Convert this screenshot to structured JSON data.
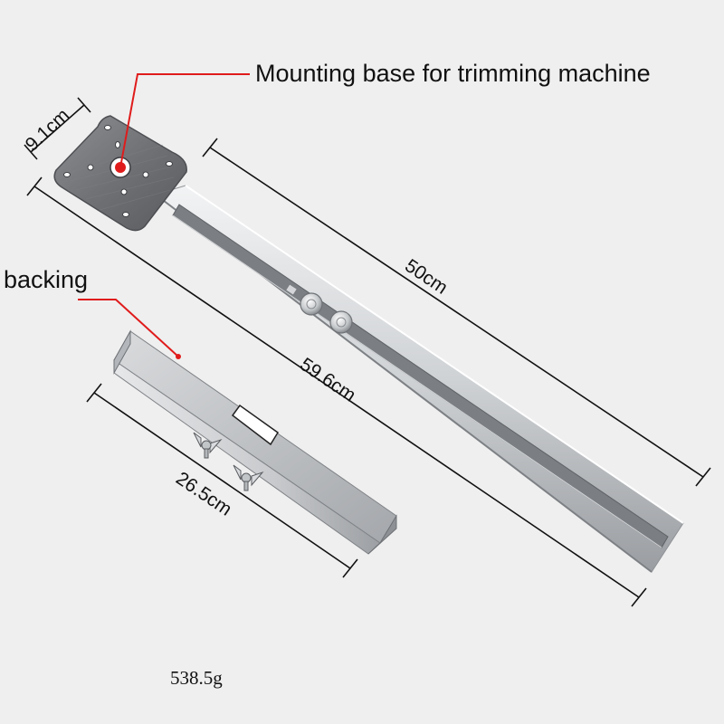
{
  "labels": {
    "mounting_base": "Mounting base for trimming machine",
    "backing": "backing",
    "width_91": "9.1cm",
    "length_50": "50cm",
    "length_596": "59.6cm",
    "length_265": "26.5cm",
    "weight": "538.5g"
  },
  "colors": {
    "background": "#efefef",
    "callout": "#e01b1b",
    "dimension_line": "#111111",
    "steel_light": "#e4e6e8",
    "steel_mid": "#b9bcc0",
    "steel_dark": "#8a8d92",
    "plate_dark": "#6b6c70"
  }
}
